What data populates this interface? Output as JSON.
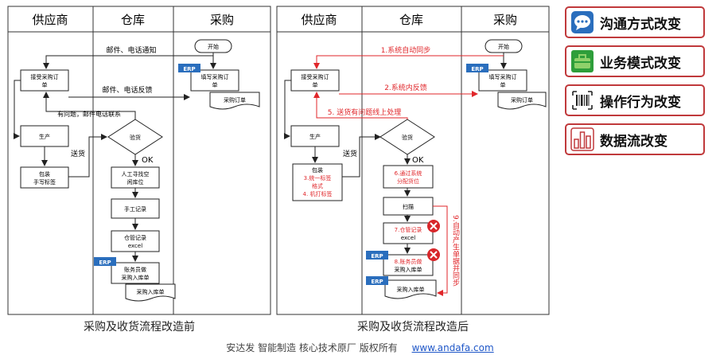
{
  "panel_before": {
    "lanes": [
      "供应商",
      "仓库",
      "采购"
    ],
    "nodes": {
      "start": "开始",
      "erp": "ERP",
      "fill_po": [
        "填写采购订",
        "单"
      ],
      "po_doc": "采购订单",
      "receive_po": [
        "接受采购订",
        "单"
      ],
      "produce": "生产",
      "pack": [
        "包装",
        "手写标签"
      ],
      "inspect": "验货",
      "find_slot": [
        "人工寻找空",
        "闲库位"
      ],
      "manual_record": "手工记录",
      "excel_record": [
        "仓管记录",
        "excel"
      ],
      "clerk_entry": [
        "账务员做",
        "采购入库单"
      ],
      "inbound_doc": "采购入库单"
    },
    "edges": {
      "mail_notify": "邮件、电话通知",
      "mail_feedback": "邮件、电话反馈",
      "issue_contact": "有问题，邮件电话联系",
      "ship": "送货",
      "ok": "OK"
    },
    "caption": "采购及收货流程改造前"
  },
  "panel_after": {
    "lanes": [
      "供应商",
      "仓库",
      "采购"
    ],
    "nodes": {
      "start": "开始",
      "erp": "ERP",
      "fill_po": [
        "填写采购订",
        "单"
      ],
      "po_doc": "采购订单",
      "receive_po": [
        "接受采购订",
        "单"
      ],
      "produce": "生产",
      "pack": [
        "包装",
        "3.统一标签",
        "格式",
        "4. 机打标签"
      ],
      "inspect": "验货",
      "auto_slot": [
        "6.通过系统",
        "分配货位"
      ],
      "scan": "扫描",
      "excel_record": [
        "7.仓管记录",
        "excel"
      ],
      "clerk_entry": [
        "8.账务员做",
        "采购入库单"
      ],
      "inbound_doc": "采购入库单"
    },
    "edges": {
      "auto_sync": "1.系统自动同步",
      "sys_feedback": "2.系统内反馈",
      "online_issue": "5. 送货有问题线上处理",
      "ship": "送货",
      "ok": "OK",
      "auto_gen": "9.自动产生单据并同步"
    },
    "caption": "采购及收货流程改造后"
  },
  "legend": [
    {
      "icon": "chat-icon",
      "label": "沟通方式改变"
    },
    {
      "icon": "briefcase-icon",
      "label": "业务模式改变"
    },
    {
      "icon": "barcode-icon",
      "label": "操作行为改变"
    },
    {
      "icon": "bar-chart-icon",
      "label": "数据流改变"
    }
  ],
  "footer": {
    "text": "安达发  智能制造 核心技术原厂  版权所有",
    "link": "www.andafa.com"
  },
  "colors": {
    "red": "#e0262a",
    "erp_blue": "#2a6ebd",
    "accent_red": "#c0393b"
  }
}
